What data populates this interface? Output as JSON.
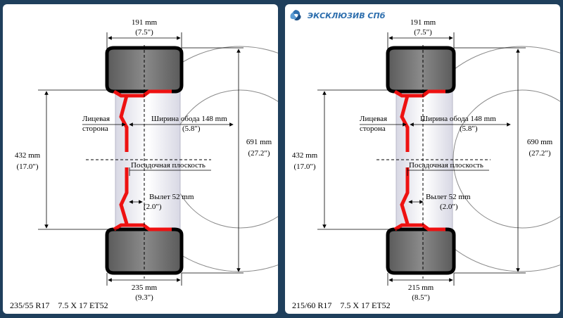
{
  "brand": {
    "name": "ЭКСКЛЮЗИВ СПб",
    "logo_icon": "swirl-logo-icon"
  },
  "panels": [
    {
      "id": "left",
      "caption": "235/55 R17    7.5 X 17 ET52",
      "top_width": {
        "mm": "191 mm",
        "inch": "(7.5\")"
      },
      "rim_dia": {
        "mm": "432 mm",
        "inch": "(17.0\")"
      },
      "overall_dia": {
        "mm": "691 mm",
        "inch": "(27.2\")"
      },
      "tire_width": {
        "mm": "235 mm",
        "inch": "(9.3\")"
      },
      "face_label": [
        "Лицевая",
        "сторона"
      ],
      "rim_width": {
        "text": "Ширина обода 148 mm",
        "inch": "(5.8\")"
      },
      "mount_plane": "Посадочная плоскость",
      "offset": {
        "text": "Вылет 52 mm",
        "inch": "(2.0\")"
      }
    },
    {
      "id": "right",
      "caption": "215/60 R17    7.5 X 17 ET52",
      "top_width": {
        "mm": "191 mm",
        "inch": "(7.5\")"
      },
      "rim_dia": {
        "mm": "432 mm",
        "inch": "(17.0\")"
      },
      "overall_dia": {
        "mm": "690 mm",
        "inch": "(27.2\")"
      },
      "tire_width": {
        "mm": "215 mm",
        "inch": "(8.5\")"
      },
      "face_label": [
        "Лицевая",
        "сторона"
      ],
      "rim_width": {
        "text": "Ширина обода 148 mm",
        "inch": "(5.8\")"
      },
      "mount_plane": "Посадочная плоскость",
      "offset": {
        "text": "Вылет 52 mm",
        "inch": "(2.0\")"
      }
    }
  ],
  "colors": {
    "rim": "#ee1111",
    "tire": "#6a6a6a",
    "background": "#1f3f5c"
  }
}
